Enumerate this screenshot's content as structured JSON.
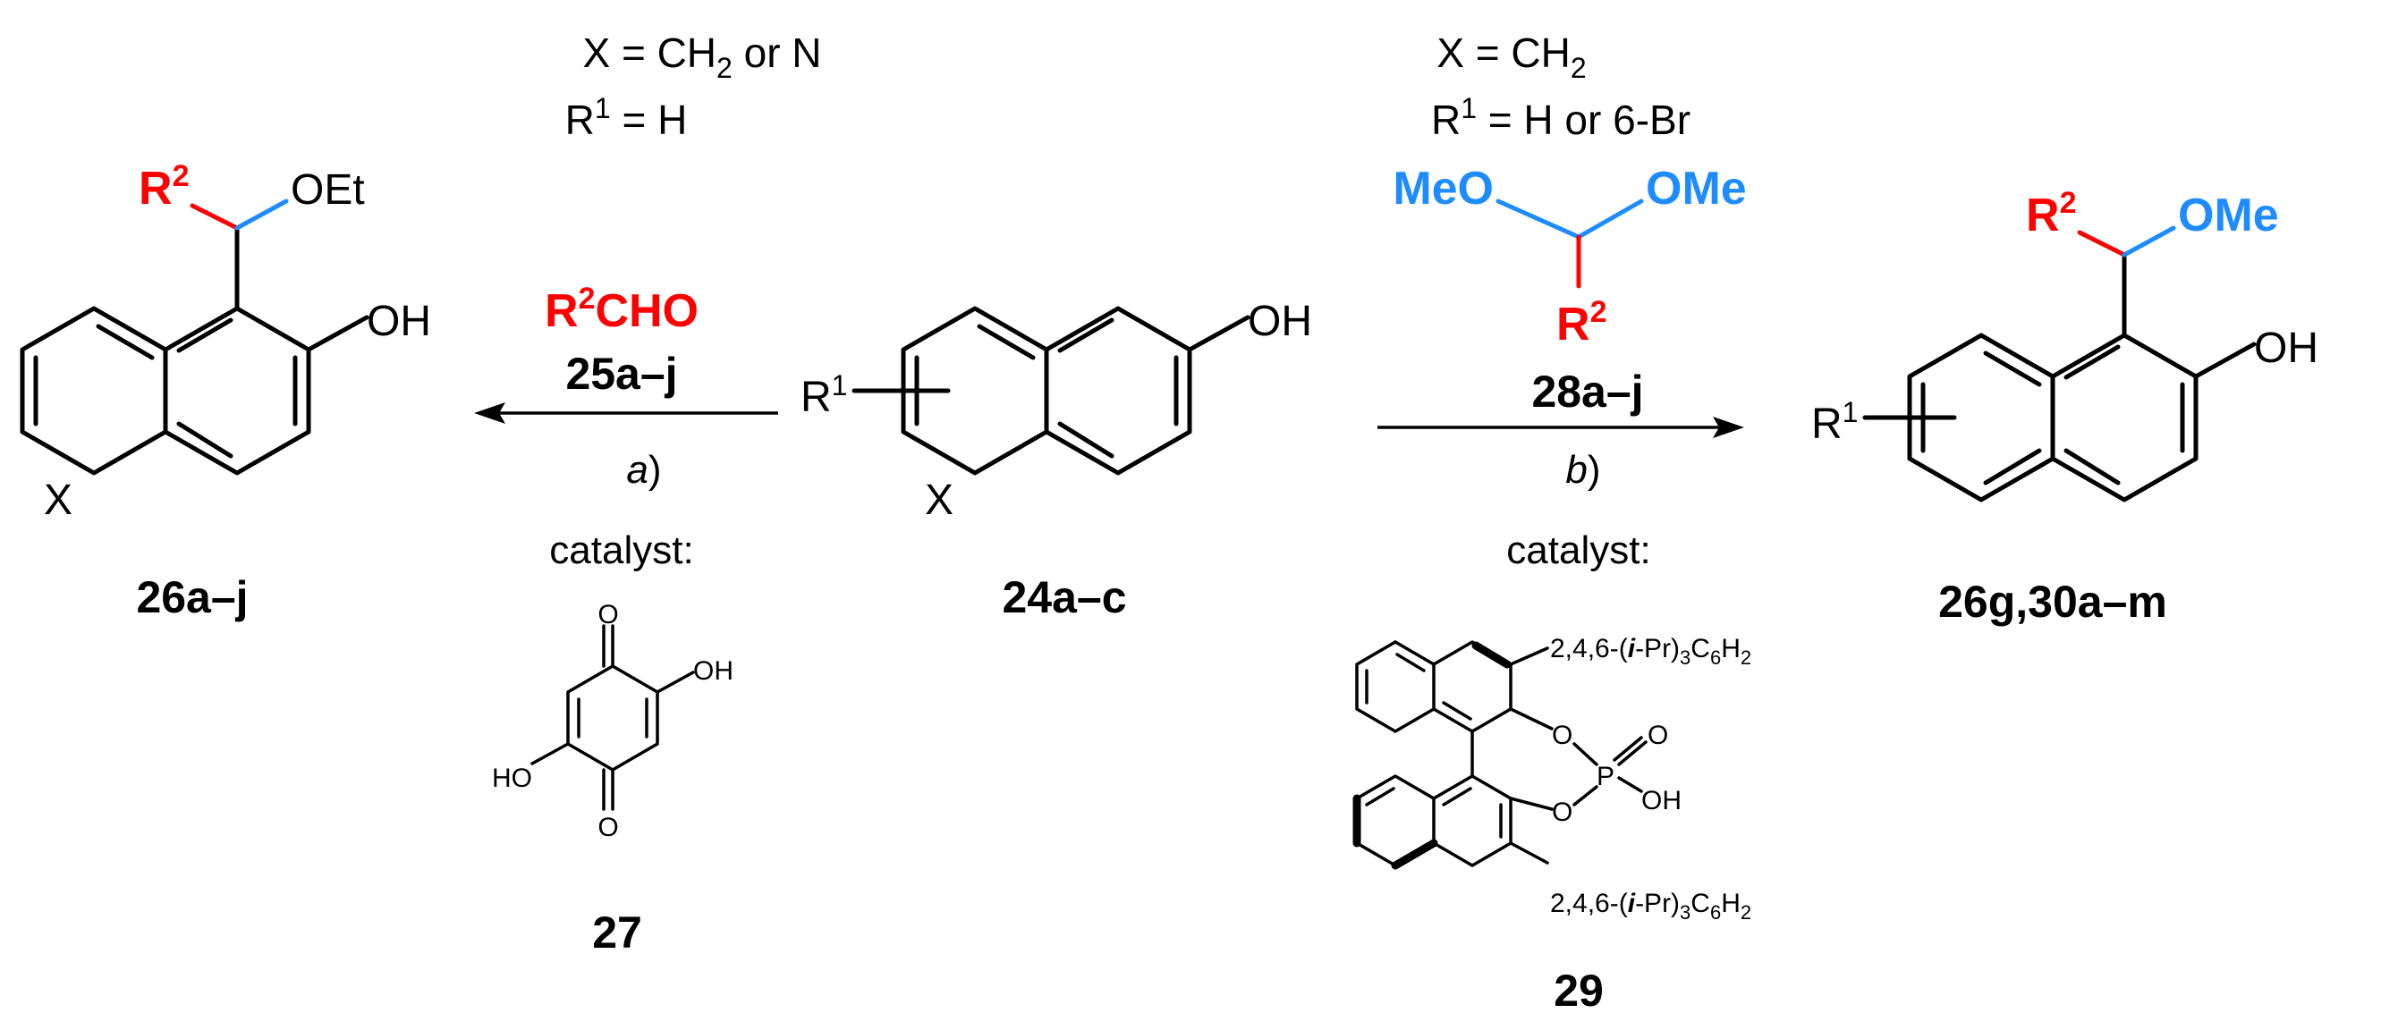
{
  "colors": {
    "red": "#ff0000",
    "blue": "#1e8cff",
    "black": "#000000"
  },
  "left": {
    "cond_x": "X = CH",
    "cond_x_sub": "2",
    "cond_x_tail": " or N",
    "cond_r1": "R",
    "cond_r1_sup": "1",
    "cond_r1_tail": " = H",
    "reagent": "R",
    "reagent_sup": "2",
    "reagent_tail": "CHO",
    "reagent_code": "25a–j",
    "step": "a",
    "step_paren": ")",
    "catalyst_label": "catalyst:",
    "catalyst_code": "27",
    "product_code": "26a–j",
    "product_r2": "R",
    "product_r2_sup": "2",
    "product_oet": "OEt",
    "product_oh": "OH",
    "product_x": "X"
  },
  "center": {
    "r1": "R",
    "r1_sup": "1",
    "oh": "OH",
    "x": "X",
    "code": "24a–c"
  },
  "right": {
    "cond_x": "X = CH",
    "cond_x_sub": "2",
    "cond_r1": "R",
    "cond_r1_sup": "1",
    "cond_r1_tail": " = H or 6-Br",
    "reagent_meo": "MeO",
    "reagent_ome": "OMe",
    "reagent_r2": "R",
    "reagent_r2_sup": "2",
    "reagent_code": "28a–j",
    "step": "b",
    "step_paren": ")",
    "catalyst_label": "catalyst:",
    "catalyst_code": "29",
    "product_code": "26g,30a–m",
    "product_r2": "R",
    "product_r2_sup": "2",
    "product_ome": "OMe",
    "product_oh": "OH",
    "product_r1": "R",
    "product_r1_sup": "1"
  },
  "cat27": {
    "o_top": "O",
    "o_bottom": "O",
    "oh_right": "OH",
    "ho_left": "HO"
  },
  "cat29": {
    "sub_top": "2,4,6-(",
    "sub_i": "i",
    "sub_mid": "-Pr)",
    "sub_3": "3",
    "sub_c6": "C",
    "sub_6": "6",
    "sub_h": "H",
    "sub_2": "2",
    "o1": "O",
    "o2": "O",
    "p": "P",
    "o_dbl": "O",
    "oh": "OH"
  }
}
